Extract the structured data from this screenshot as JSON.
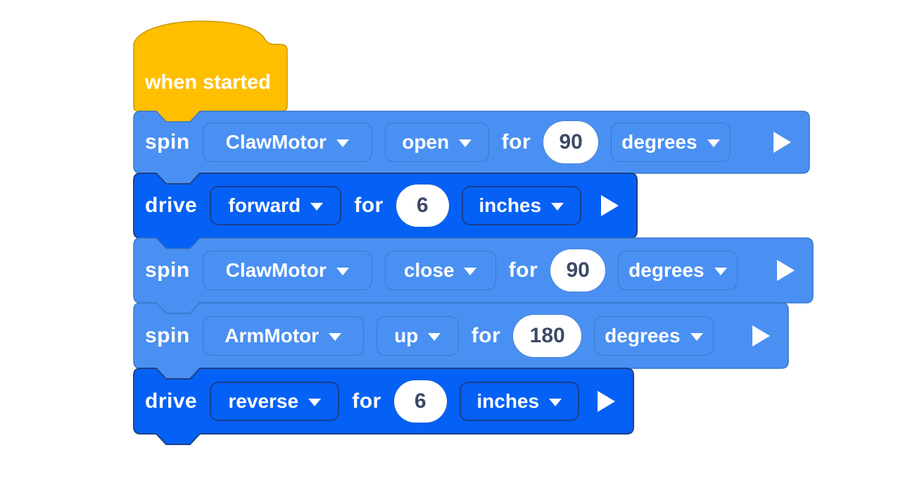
{
  "palette": {
    "hat-fill": "#FFBF00",
    "hat-stroke": "#CC9900",
    "spin-fill": "#4A90F2",
    "spin-stroke": "#3876CB",
    "spin-dd-border": "#3C77CD",
    "drive-fill": "#0561F5",
    "drive-stroke": "#1E4086",
    "drive-dd-border": "#1C3E90",
    "value-text": "#3D4A66",
    "label-text": "#FFFFFF",
    "canvas-background": "#FFFFFF"
  },
  "blocks": [
    {
      "type": "hat",
      "label": "when started"
    },
    {
      "type": "spin",
      "verb": "spin",
      "motor": "ClawMotor",
      "direction": "open",
      "for_label": "for",
      "amount": "90",
      "unit": "degrees"
    },
    {
      "type": "drive",
      "verb": "drive",
      "direction": "forward",
      "for_label": "for",
      "amount": "6",
      "unit": "inches"
    },
    {
      "type": "spin",
      "verb": "spin",
      "motor": "ClawMotor",
      "direction": "close",
      "for_label": "for",
      "amount": "90",
      "unit": "degrees"
    },
    {
      "type": "spin",
      "verb": "spin",
      "motor": "ArmMotor",
      "direction": "up",
      "for_label": "for",
      "amount": "180",
      "unit": "degrees"
    },
    {
      "type": "drive",
      "verb": "drive",
      "direction": "reverse",
      "for_label": "for",
      "amount": "6",
      "unit": "inches"
    }
  ]
}
